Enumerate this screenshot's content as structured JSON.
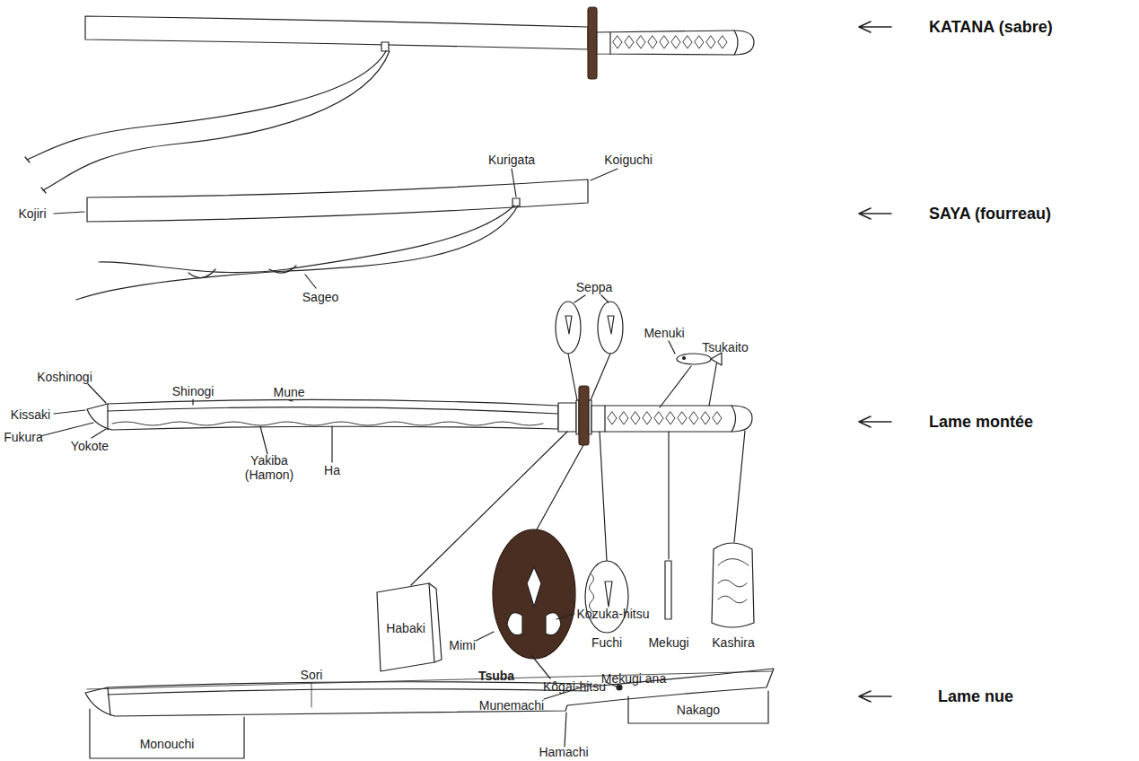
{
  "diagram": {
    "labels": [
      "KATANA (sabre)",
      "Kurigata",
      "Koiguchi",
      "Kojiri",
      "SAYA (fourreau)",
      "Sageo",
      "Seppa",
      "Menuki",
      "Koshinogi",
      "Shinogi",
      "Mune",
      "Tsukaito",
      "Kissaki",
      "Lame montée",
      "Fukura",
      "Yokote",
      "Yakiba (Hamon)",
      "Ha",
      "Habaki",
      "Fuchi",
      "Mekugi",
      "Kashira",
      "Kozuka-hitsu",
      "Mimi",
      "Tsuba",
      "Kôgai-hitsu",
      "Sori",
      "Munemachi",
      "Mekugi ana",
      "Lame nue",
      "Nakago",
      "Monouchi",
      "Hamachi"
    ]
  }
}
